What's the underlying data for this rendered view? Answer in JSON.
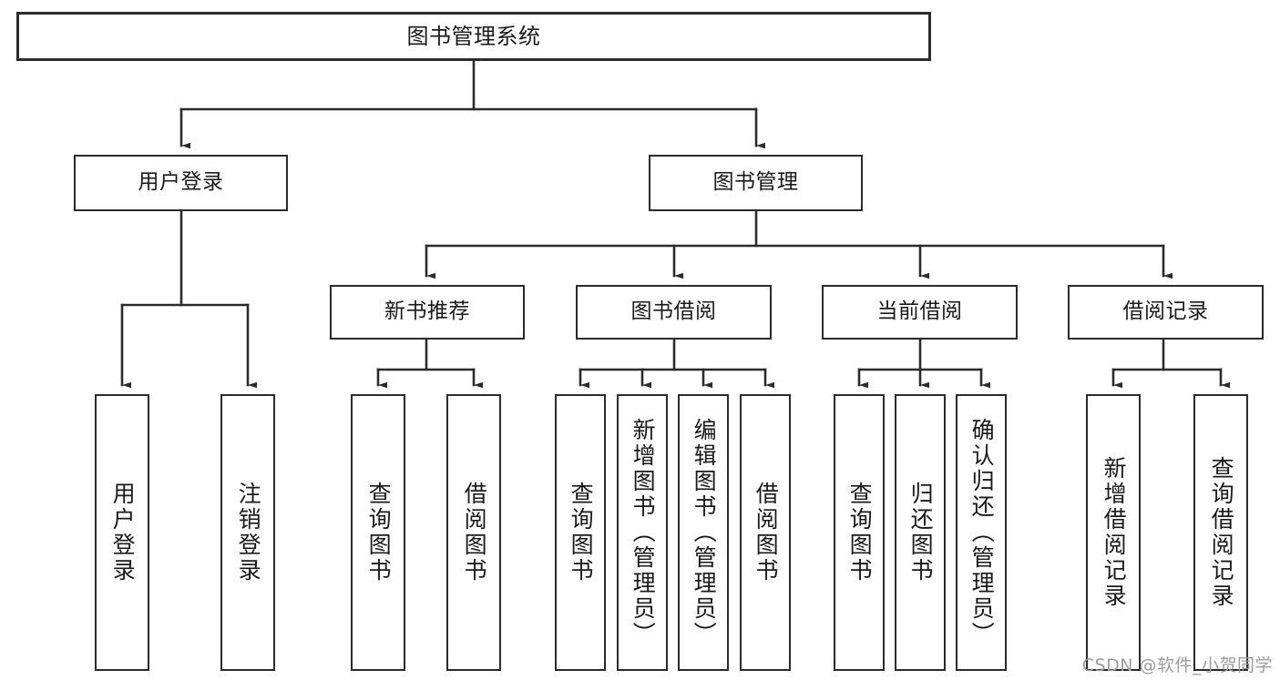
{
  "diagram": {
    "type": "tree-hierarchy-chart",
    "title": "图书管理系统",
    "line_color": "#2b2b2b",
    "box_fill": "#ffffff",
    "text_color": "#1a1a1a",
    "watermark": "CSDN @软件_小贺同学"
  },
  "nodes": {
    "root": {
      "label": "图书管理系统"
    },
    "level2": [
      {
        "id": "user-login",
        "label": "用户登录"
      },
      {
        "id": "book-manage",
        "label": "图书管理"
      }
    ],
    "level3": [
      {
        "id": "new-book-recommend",
        "label": "新书推荐"
      },
      {
        "id": "book-borrow",
        "label": "图书借阅"
      },
      {
        "id": "current-borrow",
        "label": "当前借阅"
      },
      {
        "id": "borrow-record",
        "label": "借阅记录"
      }
    ],
    "leaves": [
      {
        "id": "leaf-user-login",
        "label": "用户登录",
        "parent": "user-login"
      },
      {
        "id": "leaf-user-logout",
        "label": "注销登录",
        "parent": "user-login"
      },
      {
        "id": "leaf-query-book-1",
        "label": "查询图书",
        "parent": "new-book-recommend"
      },
      {
        "id": "leaf-borrow-book-1",
        "label": "借阅图书",
        "parent": "new-book-recommend"
      },
      {
        "id": "leaf-query-book-2",
        "label": "查询图书",
        "parent": "book-borrow"
      },
      {
        "id": "leaf-add-book",
        "label": "新增图书（管理员）",
        "parent": "book-borrow"
      },
      {
        "id": "leaf-edit-book",
        "label": "编辑图书（管理员）",
        "parent": "book-borrow"
      },
      {
        "id": "leaf-borrow-book-2",
        "label": "借阅图书",
        "parent": "book-borrow"
      },
      {
        "id": "leaf-query-book-3",
        "label": "查询图书",
        "parent": "current-borrow"
      },
      {
        "id": "leaf-return-book",
        "label": "归还图书",
        "parent": "current-borrow"
      },
      {
        "id": "leaf-confirm-return",
        "label": "确认归还（管理员）",
        "parent": "current-borrow"
      },
      {
        "id": "leaf-add-record",
        "label": "新增借阅记录",
        "parent": "borrow-record"
      },
      {
        "id": "leaf-query-record",
        "label": "查询借阅记录",
        "parent": "borrow-record"
      }
    ]
  }
}
